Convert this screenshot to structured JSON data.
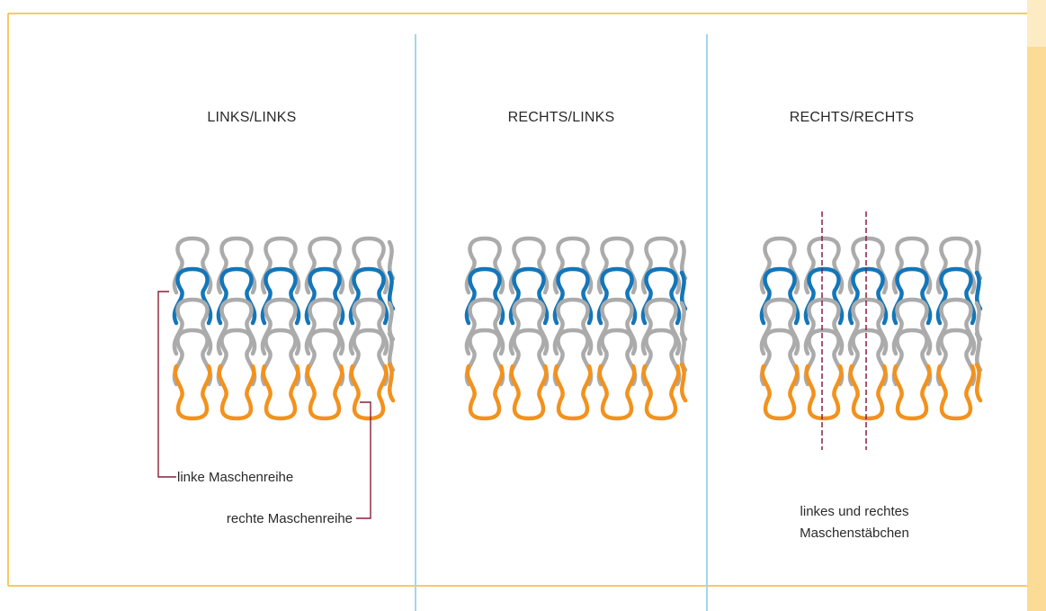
{
  "panels": [
    {
      "title": "LINKS/LINKS"
    },
    {
      "title": "RECHTS/LINKS"
    },
    {
      "title": "RECHTS/RECHTS"
    }
  ],
  "annotations": {
    "links_row": "linke Maschenreihe",
    "rechts_row": "rechte Maschenreihe",
    "wales_line1": "linkes und rechtes",
    "wales_line2": "Maschenstäbchen"
  },
  "colors": {
    "frame": "#f5b731",
    "divider": "#a8d4ec",
    "loop_grey": "#ababab",
    "loop_blue": "#1476b8",
    "loop_orange": "#f2921e",
    "bracket": "#8a1e3c",
    "sidebar": "#fbdb95",
    "sidebar_top": "#fdebc4"
  },
  "fabrics": [
    {
      "rows": [
        "grey",
        "blue",
        "grey",
        "grey",
        "orange"
      ]
    },
    {
      "rows": [
        "grey",
        "blue",
        "grey",
        "grey",
        "orange"
      ]
    },
    {
      "rows": [
        "grey",
        "blue",
        "grey",
        "grey",
        "orange"
      ]
    }
  ]
}
